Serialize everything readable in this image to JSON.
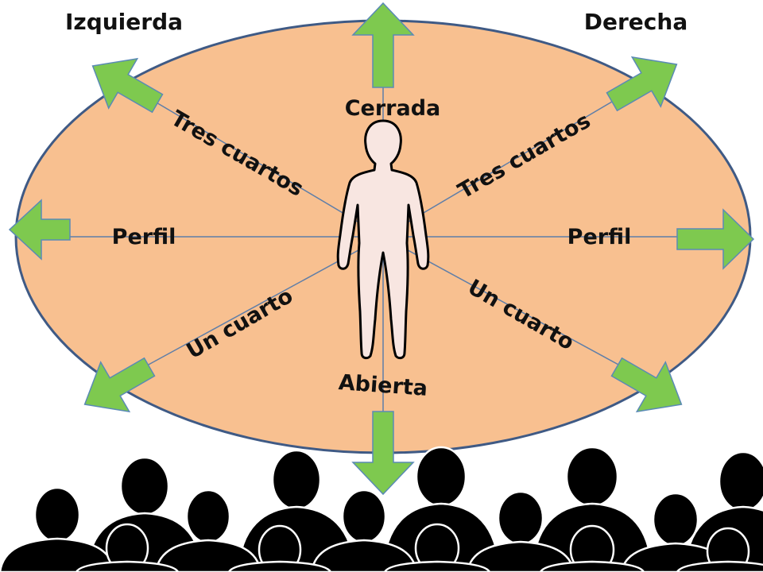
{
  "corners": {
    "left": "Izquierda",
    "right": "Derecha"
  },
  "positions": {
    "closed": "Cerrada",
    "open": "Abierta",
    "three_quarter_left": "Tres cuartos",
    "three_quarter_right": "Tres cuartos",
    "profile_left": "Perfil",
    "profile_right": "Perfil",
    "quarter_left": "Un cuarto",
    "quarter_right": "Un cuarto"
  },
  "colors": {
    "stage_fill": "#f8c090",
    "stage_outline": "#3f5a85",
    "arrow_fill": "#7ec94f",
    "arrow_outline": "#5a8ab5",
    "figure_fill": "#f8e6e1",
    "audience": "#000000"
  },
  "icons": {
    "figure": "person-figure-icon",
    "audience": "audience-silhouette-icon",
    "arrows": "direction-arrow-icon"
  }
}
